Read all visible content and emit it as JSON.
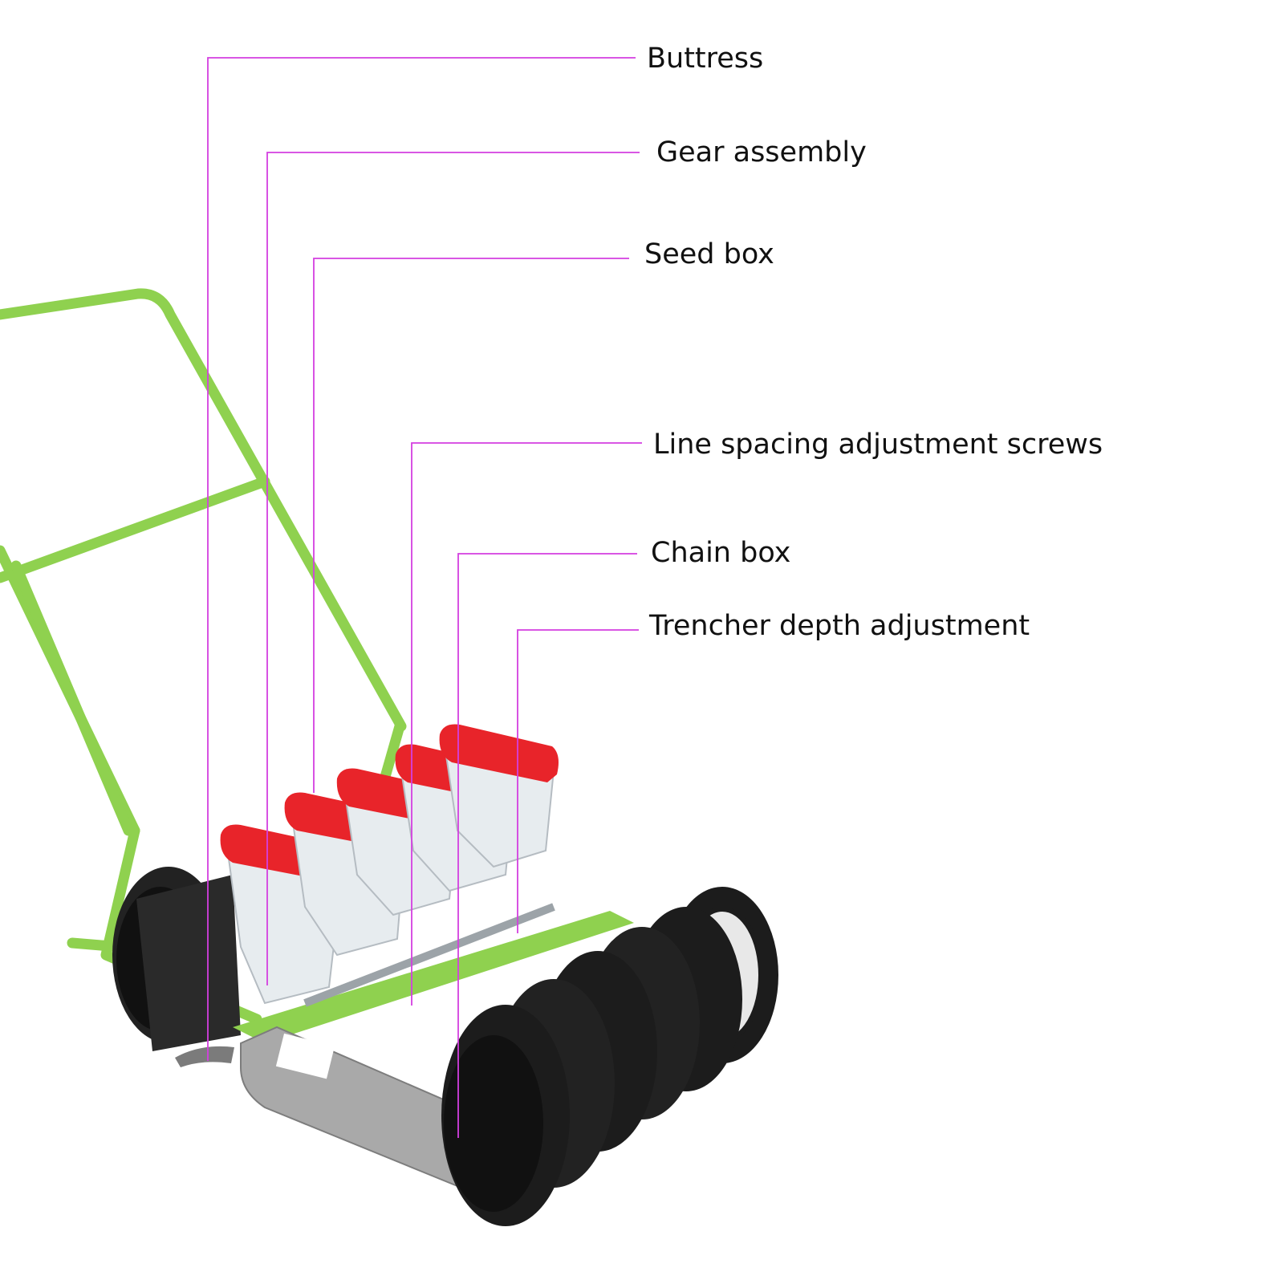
{
  "callouts": [
    {
      "id": "buttress",
      "label": "Buttress"
    },
    {
      "id": "gear-assembly",
      "label": "Gear assembly"
    },
    {
      "id": "seed-box",
      "label": "Seed box"
    },
    {
      "id": "line-spacing-screws",
      "label": "Line spacing adjustment screws"
    },
    {
      "id": "chain-box",
      "label": "Chain box"
    },
    {
      "id": "trencher-depth",
      "label": "Trencher depth adjustment"
    }
  ],
  "colors": {
    "leader_line": "#d43fe0",
    "frame_green": "#8fd14f",
    "hopper_lid_red": "#e8242a",
    "wheel_black": "#1c1c1c",
    "chain_box_grey": "#a9a9a9"
  }
}
